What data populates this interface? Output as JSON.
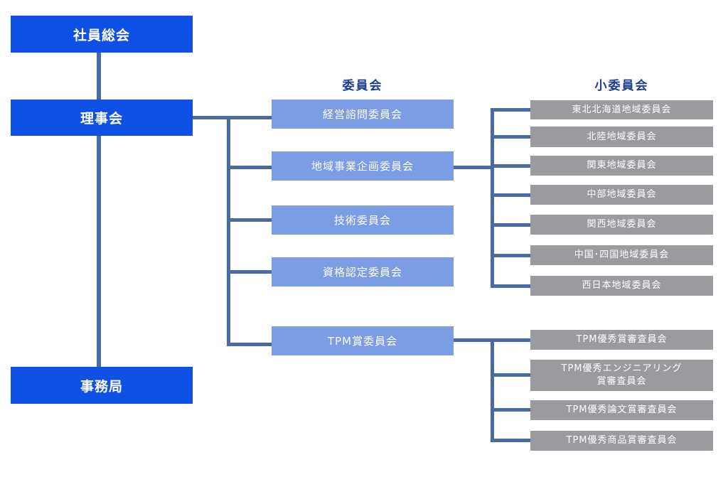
{
  "main": {
    "general_meeting": "社員総会",
    "board": "理事会",
    "secretariat": "事務局"
  },
  "headings": {
    "committees": "委員会",
    "subcommittees": "小委員会"
  },
  "committees": [
    "経営諮問委員会",
    "地域事業企画委員会",
    "技術委員会",
    "資格認定委員会",
    "TPM賞委員会"
  ],
  "regional_subcommittees": [
    "東北北海道地域委員会",
    "北陸地域委員会",
    "関東地域委員会",
    "中部地域委員会",
    "関西地域委員会",
    "中国･四国地域委員会",
    "西日本地域委員会"
  ],
  "tpm_subcommittees": {
    "excellence": "TPM優秀賞審査員会",
    "engineering_line1": "TPM優秀エンジニアリング",
    "engineering_line2": "賞審査員会",
    "paper": "TPM優秀論文賞審査員会",
    "product": "TPM優秀商品賞審査員会"
  },
  "colors": {
    "main_box": "#0f50e6",
    "committee_box": "#7b9de4",
    "subcommittee_box": "#9a9b9e",
    "connector": "#4a6aa6",
    "heading_text": "#1c3e8c"
  }
}
